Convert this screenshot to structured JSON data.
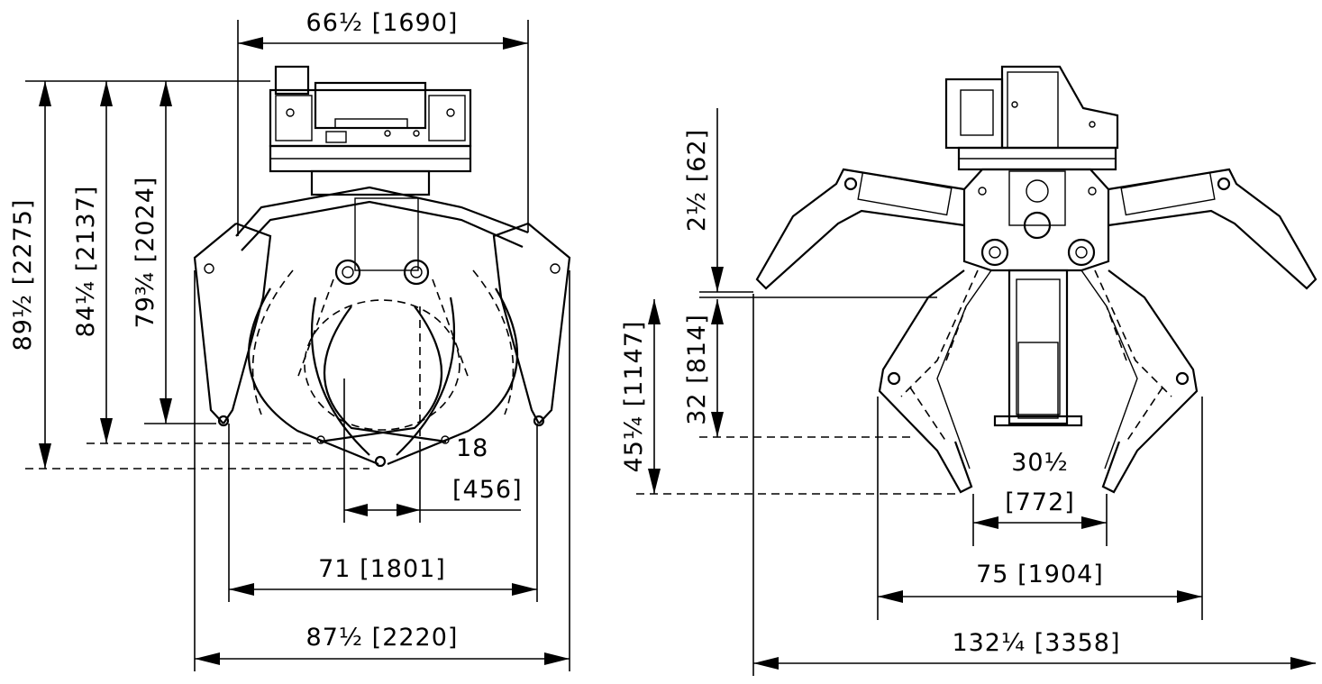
{
  "front_view": {
    "top_width": "66½ [1690]",
    "height_overall": "89½ [2275]",
    "height_mid": "84¼ [2137]",
    "height_inner": "79¾ [2024]",
    "tine_gap_in": "18",
    "tine_gap_mm": "[456]",
    "tip_width": "71 [1801]",
    "overall_width": "87½ [2220]"
  },
  "side_view": {
    "top_offset": "2½ [62]",
    "mid_height": "32 [814]",
    "full_height": "45¼ [1147]",
    "tip_gap_in": "30½",
    "tip_gap_mm": "[772]",
    "open_width": "75 [1904]",
    "overall_width": "132¼ [3358]"
  }
}
